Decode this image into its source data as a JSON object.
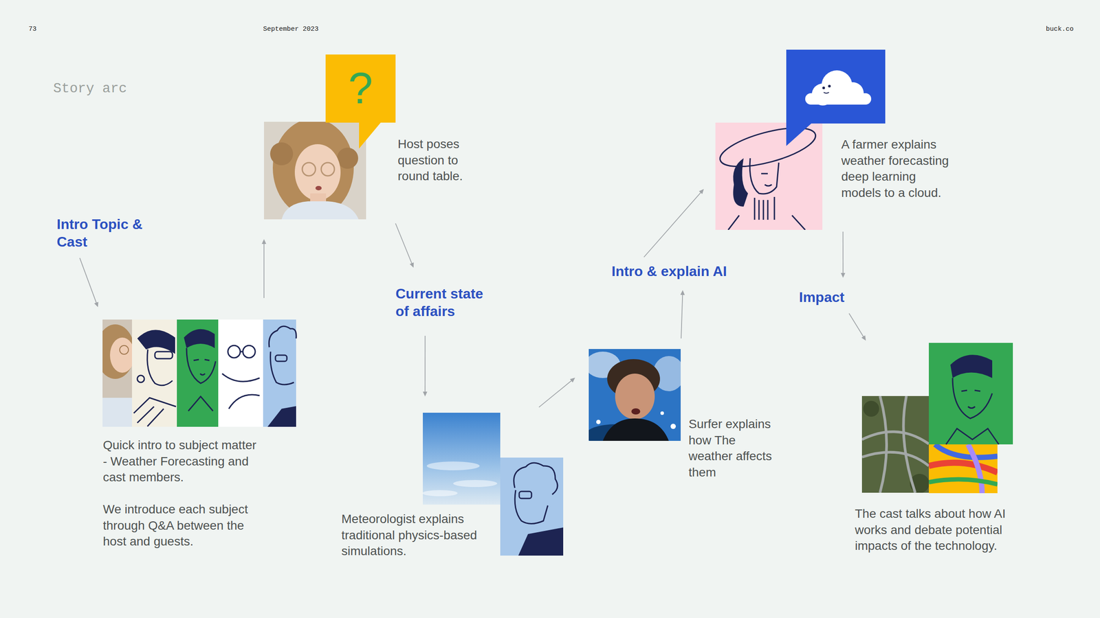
{
  "diagram": {
    "title": "Story arc",
    "nodes": [
      {
        "text": [
          "Intro Topic & Cast"
        ]
      },
      {
        "text": [
          "Quick intro to subject matter - Weather Forecasting and cast members.",
          "We introduce each subject through Q&A between the host and guests."
        ]
      },
      {
        "text": [
          "Host poses question to round table."
        ]
      },
      {
        "text": [
          "Current state of affairs"
        ]
      },
      {
        "text": [
          "Meteorologist explains traditional physics-based simulations."
        ]
      },
      {
        "text": [
          "Surfer explains how The weather affects them"
        ]
      },
      {
        "text": [
          "Intro & explain AI"
        ]
      },
      {
        "text": [
          "A farmer explains weather forecasting deep learning models to a cloud."
        ]
      },
      {
        "text": [
          "Impact"
        ]
      },
      {
        "text": [
          "The cast talks about how AI works and debate potential impacts of the technology."
        ]
      }
    ],
    "edges": [
      {
        "from": 0,
        "to": 1,
        "arrow": "to"
      },
      {
        "from": 1,
        "to": 2,
        "arrow": "to"
      },
      {
        "from": 2,
        "to": 3,
        "arrow": "to"
      },
      {
        "from": 3,
        "to": 4,
        "arrow": "to"
      },
      {
        "from": 4,
        "to": 5,
        "arrow": "to"
      },
      {
        "from": 5,
        "to": 6,
        "arrow": "to"
      },
      {
        "from": 6,
        "to": 7,
        "arrow": "to"
      },
      {
        "from": 7,
        "to": 8,
        "arrow": "to"
      },
      {
        "from": 8,
        "to": 9,
        "arrow": "to"
      }
    ],
    "labels": [
      "73",
      "September 2023",
      "buck.co",
      "?"
    ]
  }
}
